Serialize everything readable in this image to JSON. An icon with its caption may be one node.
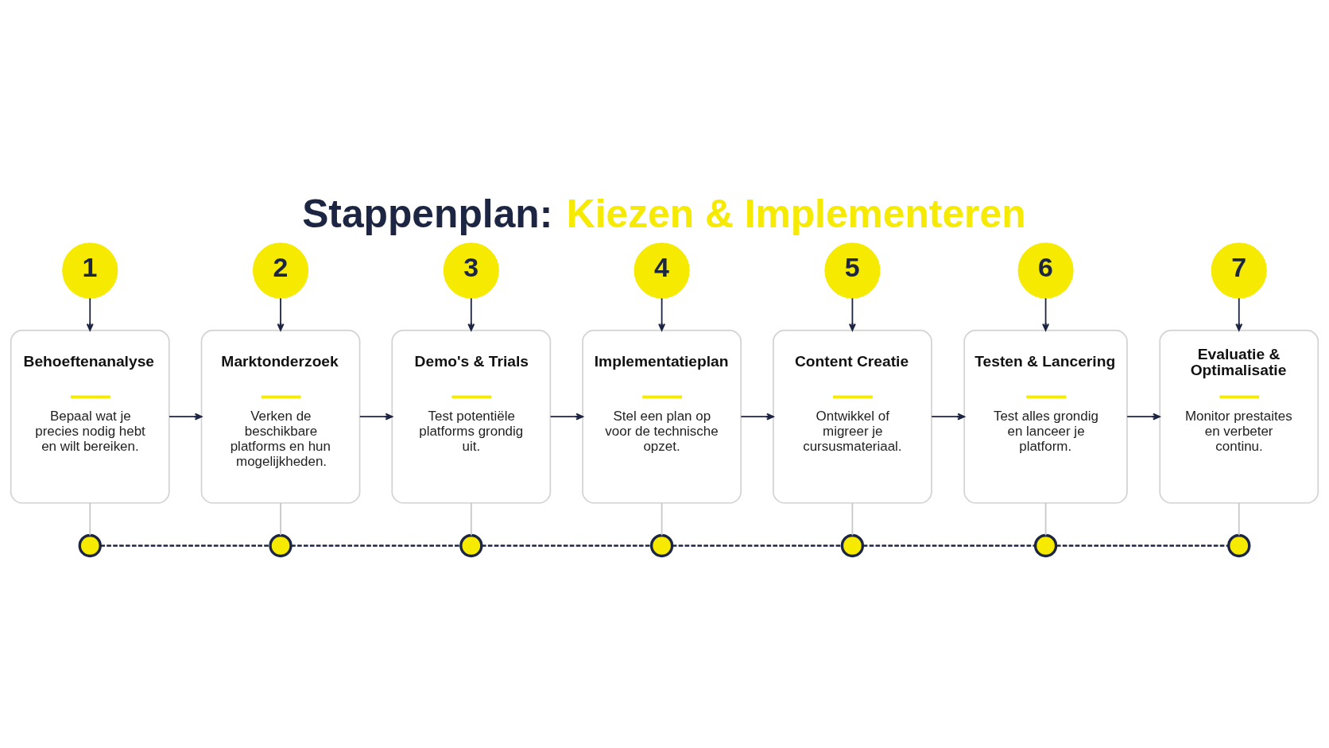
{
  "diagram": {
    "title": "Stappenplan: Kiezen & Implementeren",
    "nodes": [
      {
        "text": [
          "1"
        ]
      },
      {
        "text": [
          "2"
        ]
      },
      {
        "text": [
          "3"
        ]
      },
      {
        "text": [
          "4"
        ]
      },
      {
        "text": [
          "5"
        ]
      },
      {
        "text": [
          "6"
        ]
      },
      {
        "text": [
          "7"
        ]
      },
      {
        "text": [
          "Behoeftenanalyse",
          "Bepaal wat je precies nodig hebt en wilt bereiken."
        ]
      },
      {
        "text": [
          "Marktonderzoek",
          "Verken de beschikbare platforms en hun mogelijkheden."
        ]
      },
      {
        "text": [
          "Demo's & Trials",
          "Test potentiële platforms grondig uit."
        ]
      },
      {
        "text": [
          "Implementatieplan",
          "Stel een plan op voor de technische opzet."
        ]
      },
      {
        "text": [
          "Content Creatie",
          "Ontwikkel of migreer je cursusmateriaal."
        ]
      },
      {
        "text": [
          "Testen & Lancering",
          "Test alles grondig en lanceer je platform."
        ]
      },
      {
        "text": [
          "Evaluatie & Optimalisatie",
          "Monitor prestaites en verbeter continu."
        ]
      },
      {
        "text": [],
        "shape": "circle"
      },
      {
        "text": [],
        "shape": "circle"
      },
      {
        "text": [],
        "shape": "circle"
      },
      {
        "text": [],
        "shape": "circle"
      },
      {
        "text": [],
        "shape": "circle"
      },
      {
        "text": [],
        "shape": "circle"
      },
      {
        "text": [],
        "shape": "circle"
      }
    ],
    "edges": [
      {
        "from": 0,
        "to": 7,
        "arrow": "to"
      },
      {
        "from": 1,
        "to": 8,
        "arrow": "to"
      },
      {
        "from": 2,
        "to": 9,
        "arrow": "to"
      },
      {
        "from": 3,
        "to": 10,
        "arrow": "to"
      },
      {
        "from": 4,
        "to": 11,
        "arrow": "to"
      },
      {
        "from": 5,
        "to": 12,
        "arrow": "to"
      },
      {
        "from": 6,
        "to": 13,
        "arrow": "to"
      },
      {
        "from": 7,
        "to": 8,
        "arrow": "to"
      },
      {
        "from": 8,
        "to": 9,
        "arrow": "to"
      },
      {
        "from": 9,
        "to": 10,
        "arrow": "to"
      },
      {
        "from": 10,
        "to": 11,
        "arrow": "to"
      },
      {
        "from": 11,
        "to": 12,
        "arrow": "to"
      },
      {
        "from": 12,
        "to": 13,
        "arrow": "to"
      },
      {
        "from": 7,
        "to": 14,
        "arrow": "none",
        "color": "#c8c8c8"
      },
      {
        "from": 8,
        "to": 15,
        "arrow": "none",
        "color": "#c8c8c8"
      },
      {
        "from": 9,
        "to": 16,
        "arrow": "none",
        "color": "#c8c8c8"
      },
      {
        "from": 10,
        "to": 17,
        "arrow": "none",
        "color": "#c8c8c8"
      },
      {
        "from": 11,
        "to": 18,
        "arrow": "none",
        "color": "#c8c8c8"
      },
      {
        "from": 12,
        "to": 19,
        "arrow": "none",
        "color": "#c8c8c8"
      },
      {
        "from": 13,
        "to": 20,
        "arrow": "none",
        "color": "#c8c8c8"
      },
      {
        "from": 14,
        "to": 15,
        "arrow": "none",
        "style": "dashed"
      },
      {
        "from": 15,
        "to": 16,
        "arrow": "none",
        "style": "dashed"
      },
      {
        "from": 16,
        "to": 17,
        "arrow": "none",
        "style": "dashed"
      },
      {
        "from": 17,
        "to": 18,
        "arrow": "none",
        "style": "dashed"
      },
      {
        "from": 18,
        "to": 19,
        "arrow": "none",
        "style": "dashed"
      },
      {
        "from": 19,
        "to": 20,
        "arrow": "none",
        "style": "dashed"
      }
    ]
  }
}
